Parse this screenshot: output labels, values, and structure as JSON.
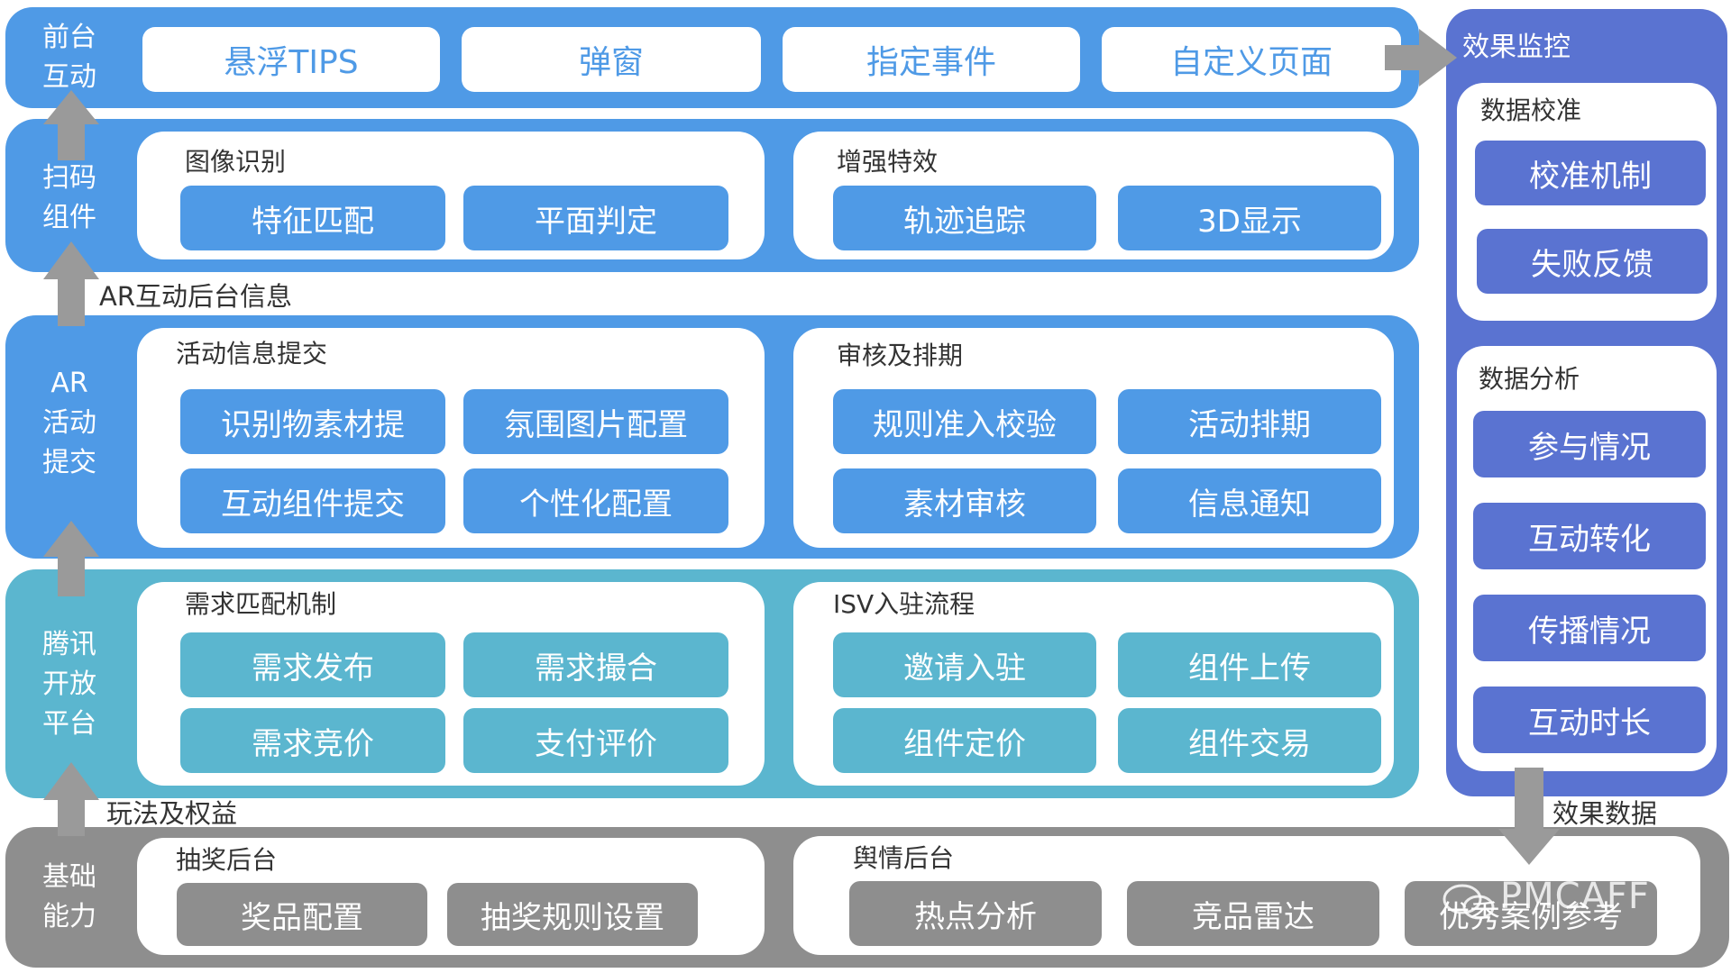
{
  "frontend": {
    "label": "前台\n互动",
    "items": [
      "悬浮TIPS",
      "弹窗",
      "指定事件",
      "自定义页面"
    ]
  },
  "scan": {
    "label": "扫码\n组件",
    "panels": [
      {
        "title": "图像识别",
        "items": [
          "特征匹配",
          "平面判定"
        ]
      },
      {
        "title": "增强特效",
        "items": [
          "轨迹追踪",
          "3D显示"
        ]
      }
    ]
  },
  "flow_ar_info": "AR互动后台信息",
  "ar": {
    "label": "AR\n活动\n提交",
    "panels": [
      {
        "title": "活动信息提交",
        "items": [
          "识别物素材提",
          "氛围图片配置",
          "互动组件提交",
          "个性化配置"
        ]
      },
      {
        "title": "审核及排期",
        "items": [
          "规则准入校验",
          "活动排期",
          "素材审核",
          "信息通知"
        ]
      }
    ]
  },
  "tencent": {
    "label": "腾讯\n开放\n平台",
    "panels": [
      {
        "title": "需求匹配机制",
        "items": [
          "需求发布",
          "需求撮合",
          "需求竞价",
          "支付评价"
        ]
      },
      {
        "title": "ISV入驻流程",
        "items": [
          "邀请入驻",
          "组件上传",
          "组件定价",
          "组件交易"
        ]
      }
    ]
  },
  "flow_play": "玩法及权益",
  "base": {
    "label": "基础\n能力",
    "panels": [
      {
        "title": "抽奖后台",
        "items": [
          "奖品配置",
          "抽奖规则设置"
        ]
      },
      {
        "title": "舆情后台",
        "items": [
          "热点分析",
          "竞品雷达",
          "优秀案例参考"
        ]
      }
    ]
  },
  "monitor": {
    "title": "效果监控",
    "calibration": {
      "title": "数据校准",
      "items": [
        "校准机制",
        "失败反馈"
      ]
    },
    "analysis": {
      "title": "数据分析",
      "items": [
        "参与情况",
        "互动转化",
        "传播情况",
        "互动时长"
      ]
    }
  },
  "flow_effect": "效果数据",
  "watermark": "PMCAFF",
  "colors": {
    "blue": "#4f9ae6",
    "teal": "#5bb6cf",
    "gray": "#8e8e8e",
    "purple": "#5a73d1",
    "arrow": "#9a9a9a"
  }
}
